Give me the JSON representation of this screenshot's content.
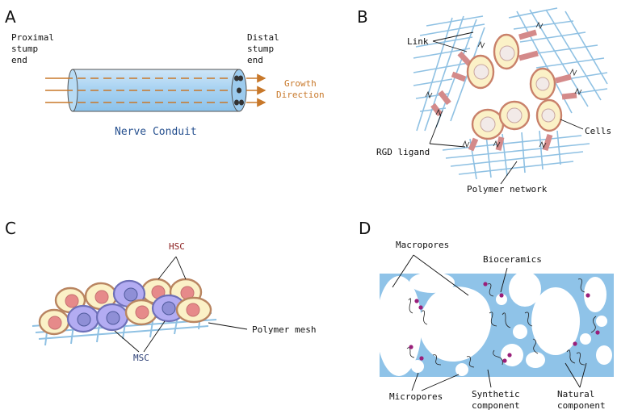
{
  "panels": {
    "a": {
      "letter": "A",
      "proximal": [
        "Proximal",
        "stump",
        "end"
      ],
      "distal": [
        "Distal",
        "stump",
        "end"
      ],
      "growth": [
        "Growth",
        "Direction"
      ],
      "conduit": "Nerve Conduit"
    },
    "b": {
      "letter": "B",
      "link": "Link",
      "rgd": "RGD ligand",
      "cells": "Cells",
      "polymer": "Polymer network"
    },
    "c": {
      "letter": "C",
      "hsc": "HSC",
      "msc": "MSC",
      "mesh": "Polymer mesh"
    },
    "d": {
      "letter": "D",
      "macropores": "Macropores",
      "bioceramics": "Bioceramics",
      "micropores": "Micropores",
      "synthetic": [
        "Synthetic",
        "component"
      ],
      "natural": [
        "Natural",
        "component"
      ]
    }
  },
  "colors": {
    "conduit": "#a9d3f2",
    "growth": "#c8782a",
    "fiber": "#8fc1e3",
    "link": "#d48a8a",
    "cell": "#fbf1c7",
    "msc": "#b3acf2",
    "hsc_nucleus": "#e68a8a",
    "scaffold": "#8fc3e8",
    "bioceramic": "#9a1f7a"
  }
}
